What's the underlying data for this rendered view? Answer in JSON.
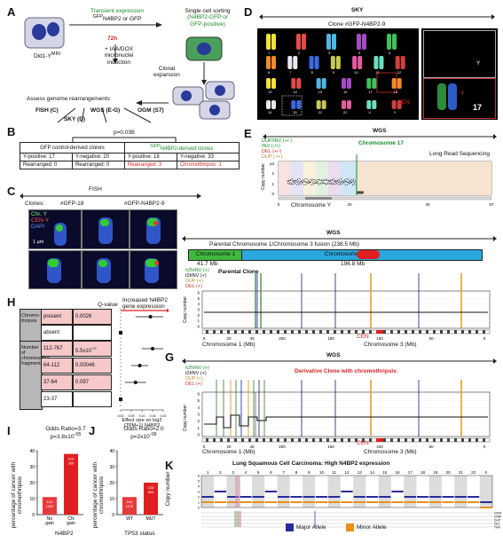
{
  "panel_letters": [
    "A",
    "B",
    "C",
    "D",
    "E",
    "F",
    "G",
    "H",
    "I",
    "J",
    "K"
  ],
  "A": {
    "cell_label": "Dld1-Y",
    "cell_label_sup": "MIN",
    "transient_line1": "Transient expression",
    "transient_line2": "N4BP2 or GFP",
    "transient_sup": "GFP",
    "time": "72h",
    "treatment_line1": "IAA/DOX",
    "treatment_line2": "micronuclei",
    "treatment_line3": "induction",
    "sorting_line1": "Single cell sorting",
    "sorting_line2": "(N4BP2-GFP or",
    "sorting_line3": "GFP-positive)",
    "clonal_line1": "Clonal",
    "clonal_line2": "expansion",
    "assess": "Assess genome rearrangements",
    "fish": "FISH (C)",
    "wgs": "WGS (E-G)",
    "ogm": "OGM (S7)",
    "sky": "SKY (D)"
  },
  "B": {
    "pvalue": "p=0.039",
    "header_left": "GFP control-derived clones",
    "header_right": "N4BP2-derived clones",
    "header_right_sup": "GFP",
    "cells": {
      "l_ypos": "Y-positive: 17",
      "l_yneg": "Y-negative: 20",
      "l_rearr": "Rearranged: 0",
      "l_rearr2": "Rearranged: 0",
      "r_ypos": "Y-positive: 18",
      "r_yneg": "Y-negative: 33",
      "r_rearr": "Rearranged: 3",
      "r_chromo": "Chromothripsis: 1"
    }
  },
  "C": {
    "title": "FISH",
    "clones_label": "Clones:",
    "clone1": "#GFP-18",
    "clone2": "#GFP-N4BP2-9",
    "legend": [
      "Chr. Y",
      "CEN-Y",
      "DAPI"
    ],
    "scale": "1 µm"
  },
  "D": {
    "title": "SKY",
    "subtitle": "Clone #GFP-N4BP2-9",
    "inset_y": "Y",
    "inset_17": "17",
    "cen": "CEN",
    "chrom_numbers": [
      "1",
      "2",
      "3",
      "4",
      "5",
      "6",
      "7",
      "8",
      "9",
      "10",
      "11",
      "12",
      "13",
      "14",
      "15",
      "16",
      "17",
      "18",
      "19",
      "20",
      "21",
      "22",
      "X",
      "Y"
    ]
  },
  "E": {
    "title": "WGS",
    "chr17_label": "Chromosome 17",
    "long_read": "Long Read Sequencing",
    "chrY_label": "Chromosome Y",
    "ylabel": "Copy number",
    "track_labels": [
      "DUP/INV (+/-)",
      "INV (-/+)",
      "DEL (+/-)",
      "DUP (-/+)"
    ],
    "x_ticks": [
      "0",
      "20",
      "40",
      "57"
    ],
    "y_ticks": [
      "≥3",
      "2",
      "1",
      "0"
    ]
  },
  "F": {
    "title": "WGS",
    "fusion_title": "Parental Chromosome 1/Chromosome 3 fusion (238.5 Mb)",
    "chr1": "Chromosome 1",
    "chr3": "Chromosome 3",
    "len1": "41.7 Mb",
    "len3": "196.8 Mb",
    "parental": "Parental Clone",
    "cen": "CEN",
    "ylabel": "Copy number",
    "xlabel_chr1": "Chromosome 1 (Mb)",
    "xlabel_chr3": "Chromosome 3 (Mb)",
    "chr1_ticks": [
      "0",
      "20",
      "40"
    ],
    "chr3_ticks": [
      "200",
      "150",
      "100",
      "50",
      "0"
    ],
    "y_ticks": [
      "6",
      "5",
      "4",
      "3",
      "2",
      "1",
      "0"
    ],
    "track_labels": [
      "h2hINV (+)",
      "t2tINV (+)",
      "DUP (+)",
      "DEL (+)"
    ]
  },
  "G": {
    "title": "WGS",
    "derivative": "Derivative Clone with chromothripsis",
    "cen": "CEN",
    "ylabel": "Copy number",
    "xlabel_chr1": "Chromosome 1 (Mb)",
    "xlabel_chr3": "Chromosome 3 (Mb)",
    "chr1_ticks": [
      "0",
      "20",
      "40"
    ],
    "chr3_ticks": [
      "200",
      "150",
      "100",
      "50",
      "0"
    ],
    "y_ticks": [
      "6",
      "5",
      "4",
      "3",
      "2",
      "1",
      "0"
    ],
    "track_labels": [
      "h2hINV (+)",
      "t2tINV (+)",
      "DUP (+)",
      "DEL (+)"
    ]
  },
  "H": {
    "qvalue_label": "Q-value",
    "increased_line1": "Increased N4BP2",
    "increased_line2": "gene expression",
    "group1": "Chromo-thripsis",
    "group2": "Number of chromosome fragments",
    "rows": [
      {
        "label": "present",
        "q": "0.0026",
        "highlight": true
      },
      {
        "label": "absent",
        "q": "",
        "highlight": false
      },
      {
        "label": "112-767",
        "q": "5.5x10",
        "q_sup": "-07",
        "highlight": true
      },
      {
        "label": "64-112",
        "q": "0.00046",
        "highlight": true
      },
      {
        "label": "37-64",
        "q": "0.097",
        "highlight": true
      },
      {
        "label": "23-37",
        "q": "",
        "highlight": false
      }
    ],
    "xlabel_line1": "Effect size on log2",
    "xlabel_line2": "(TPM+1) N4BP2",
    "x_ticks": [
      "0.00",
      "0.05",
      "0.10",
      "0.15",
      "0.20"
    ]
  },
  "chart_data": [
    {
      "type": "scatter",
      "panel": "H",
      "categories": [
        "present",
        "absent",
        "112-767",
        "64-112",
        "37-64",
        "23-37"
      ],
      "values": [
        0.14,
        0.0,
        0.15,
        0.09,
        0.07,
        0.0
      ],
      "ci_low": [
        0.07,
        0.0,
        0.1,
        0.05,
        0.02,
        0.0
      ],
      "ci_high": [
        0.2,
        0.0,
        0.2,
        0.13,
        0.12,
        0.0
      ],
      "reference": [
        false,
        true,
        false,
        false,
        false,
        true
      ],
      "xlabel": "Effect size on log2 (TPM+1) N4BP2",
      "xlim": [
        0.0,
        0.2
      ]
    },
    {
      "type": "bar",
      "panel": "I",
      "title_line1": "Odds Ratio=3.7",
      "title_line2": "p=3.8x10",
      "title_sup": "-05",
      "categories": [
        "No gain",
        "CN gain"
      ],
      "values": [
        11,
        38
      ],
      "bar_text": [
        "112/",
        "119/"
      ],
      "bar_text2": [
        "1069",
        "309"
      ],
      "xlabel": "N4BP2",
      "ylabel": "percentage of cancer with chromothripsis",
      "ylim": [
        0,
        40
      ],
      "y_ticks": [
        "40",
        "30",
        "20",
        "10",
        "0"
      ],
      "colors": [
        "#e83a3a",
        "#e02020"
      ]
    },
    {
      "type": "bar",
      "panel": "J",
      "title_line1": "Odds Ratio=2.0",
      "title_line2": "p=2x10",
      "title_sup": "-06",
      "categories": [
        "WT",
        "MUT"
      ],
      "values": [
        11,
        20
      ],
      "bar_text": [
        "116/",
        "115/"
      ],
      "bar_text2": [
        "1078",
        "565"
      ],
      "xlabel": "TP53 status",
      "ylabel": "percentage of cancer with chromothripsis",
      "ylim": [
        0,
        40
      ],
      "y_ticks": [
        "40",
        "30",
        "20",
        "10",
        "0"
      ],
      "colors": [
        "#e83a3a",
        "#e02020"
      ]
    }
  ],
  "K": {
    "title": "Lung Squamous Cell Carcinoma: High N4BP2 expression",
    "ylabel": "Copy number",
    "chromosomes": [
      "1",
      "2",
      "3",
      "4",
      "5",
      "6",
      "7",
      "8",
      "9",
      "10",
      "11",
      "12",
      "13",
      "14",
      "15",
      "16",
      "17",
      "18",
      "19",
      "20",
      "21",
      "22",
      "X"
    ],
    "y_ticks": [
      "6",
      "5",
      "4",
      "3",
      "2",
      "1",
      "0"
    ],
    "legend_major": "Major Allele",
    "legend_minor": "Minor Allele",
    "major_color": "#2a2a9a",
    "minor_color": "#e8901a",
    "track_labels": [
      "h2hINV",
      "t2tINV",
      "DUP",
      "DEL",
      "TRA"
    ]
  },
  "colors": {
    "green": "#1a8a2a",
    "red": "#dd2222",
    "chr1": "#3fb83f",
    "chr3": "#2aa7dc",
    "cen": "#e02020",
    "highlight": "#f6c8c8",
    "gray_row": "#b8b8b8"
  }
}
